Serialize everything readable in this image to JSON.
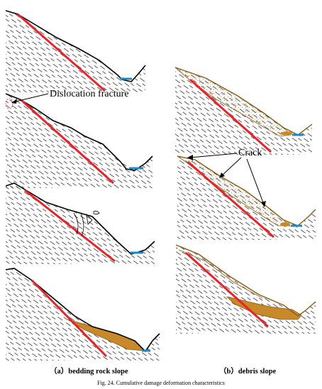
{
  "labels": {
    "dislocation": "Dislocation fracture",
    "crack": "Crack"
  },
  "captions": {
    "a": "（a）bedding rock slope",
    "b": "（b）debris slope",
    "figure": "Fig. 24.  Cumulative damage deformation characteristics"
  },
  "colors": {
    "ground": "#000000",
    "sliding_surface": "#e8232a",
    "debris_fill": "#c8892a",
    "debris_stroke": "#8a5a12",
    "dots": "#b07a2a",
    "water": "#1e88c8",
    "bedding": "#333333"
  }
}
